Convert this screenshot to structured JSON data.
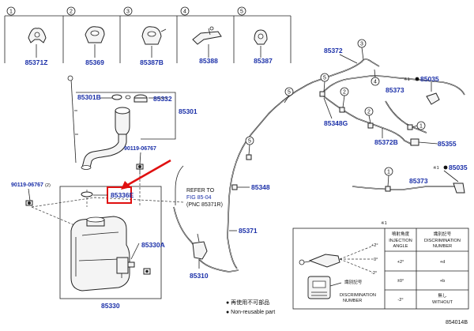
{
  "top_row": [
    {
      "callout": "1",
      "part": "85371Z"
    },
    {
      "callout": "2",
      "part": "85369"
    },
    {
      "callout": "3",
      "part": "85387B"
    },
    {
      "callout": "4",
      "part": "85388"
    },
    {
      "callout": "5",
      "part": "85387"
    }
  ],
  "callouts": {
    "c1": "1",
    "c2": "2",
    "c3": "3",
    "c4": "4",
    "c5": "5"
  },
  "parts": {
    "p85301B": "85301B",
    "p85332": "85332",
    "p85301": "85301",
    "p90119_a": "90119-06767",
    "p90119_b": "90119-06767",
    "p90119_b_qty": "(2)",
    "p85336E": "85336E",
    "p85330A": "85330A",
    "p85330": "85330",
    "p85310": "85310",
    "p85372": "85372",
    "p85348G": "85348G",
    "p85372B": "85372B",
    "p85373_a": "85373",
    "p85373_b": "85373",
    "p85035_a": "85035",
    "p85035_b": "85035",
    "p85355": "85355",
    "p85348": "85348",
    "p85371": "85371"
  },
  "marks": {
    "ref1": "※1",
    "ref1_table": "※1"
  },
  "refer": {
    "line1": "REFER TO",
    "line2": "FIG 85-04",
    "line3": "(PNC 85371R)"
  },
  "table": {
    "header_angle_jp": "噴射角度",
    "header_angle_en1": "INJECTION",
    "header_angle_en2": "ANGLE",
    "header_disc_jp": "識別記号",
    "header_disc_en1": "DISCRIMINATION",
    "header_disc_en2": "NUMBER",
    "rows": [
      {
        "angle": "+2°",
        "mark": "+d"
      },
      {
        "angle": "±0°",
        "mark": "+b"
      },
      {
        "angle": "-2°",
        "mark_jp": "無し",
        "mark_en": "WITHOUT"
      }
    ],
    "label_jp": "識別記号",
    "label_en1": "DISCRIMINATION",
    "label_en2": "NUMBER",
    "fig_plus2": "+2°",
    "fig_zero": "0°",
    "fig_minus2": "-2°"
  },
  "legend": {
    "jp": "● 再使用不可部品",
    "en": "● Non-reusable part"
  },
  "figure_id": "854014B",
  "colors": {
    "part_number": "#1a2fa8",
    "highlight": "#e01010"
  }
}
